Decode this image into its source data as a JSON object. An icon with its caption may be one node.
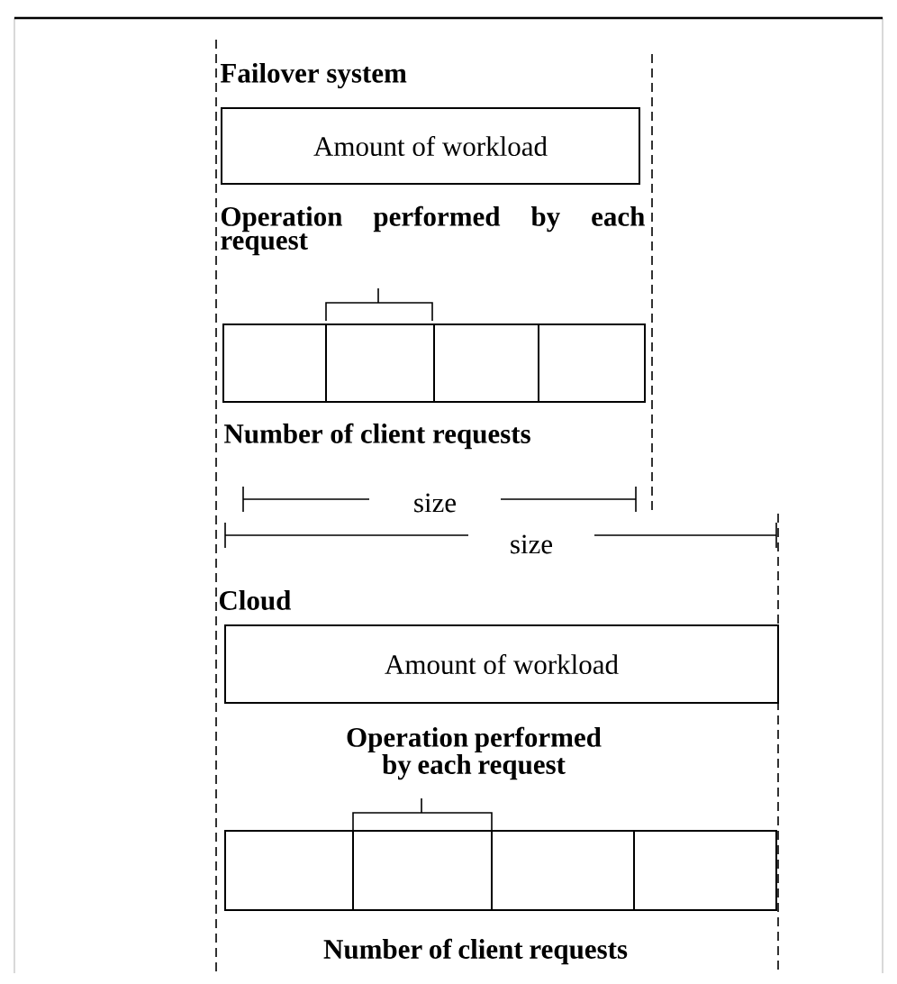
{
  "diagram": {
    "nodes": [
      {
        "text": [
          "Amount of workload"
        ]
      },
      {
        "text": [],
        "shape": "box"
      },
      {
        "text": [],
        "shape": "box"
      },
      {
        "text": [],
        "shape": "box"
      },
      {
        "text": [],
        "shape": "box"
      },
      {
        "text": [
          "Amount of workload"
        ]
      },
      {
        "text": [],
        "shape": "box"
      },
      {
        "text": [],
        "shape": "box"
      },
      {
        "text": [],
        "shape": "box"
      },
      {
        "text": [],
        "shape": "box"
      }
    ],
    "labels": [
      "Failover system",
      "Operation performed by each request",
      "Number of client requests",
      "size",
      "size",
      "Cloud",
      "Operation performed by each request",
      "Number of client requests"
    ]
  }
}
